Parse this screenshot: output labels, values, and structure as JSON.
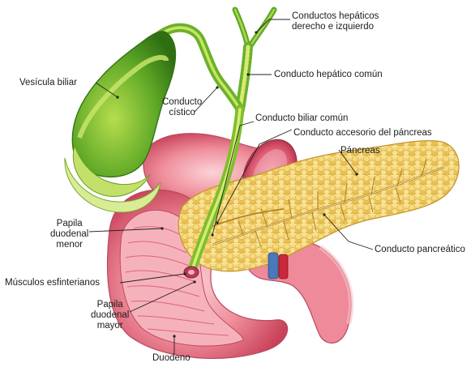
{
  "labels": {
    "hepatic_ducts": [
      "Conductos hepáticos",
      "derecho e izquierdo"
    ],
    "common_hepatic_duct": "Conducto hepático común",
    "gallbladder": "Vesícula biliar",
    "cystic_duct": [
      "Conducto",
      "cístico"
    ],
    "common_bile_duct": "Conducto biliar común",
    "accessory_pancreatic_duct": "Conducto accesorio del páncreas",
    "pancreas": "Páncreas",
    "pancreatic_duct": "Conducto pancreático",
    "minor_duodenal_papilla": [
      "Papila",
      "duodenal",
      "menor"
    ],
    "sphincter_muscles": "Músculos esfinterianos",
    "major_duodenal_papilla": [
      "Papila",
      "duodenal",
      "mayor"
    ],
    "duodenum": "Duodeno"
  },
  "colors": {
    "gallbladder": "#4f9a1f",
    "bile_duct": "#7fbf2a",
    "duodenum": "#e8617a",
    "duodenum_light": "#f4a5ad",
    "pancreas": "#f1cd5c",
    "vein": "#4a78b8",
    "artery": "#c8283a"
  }
}
